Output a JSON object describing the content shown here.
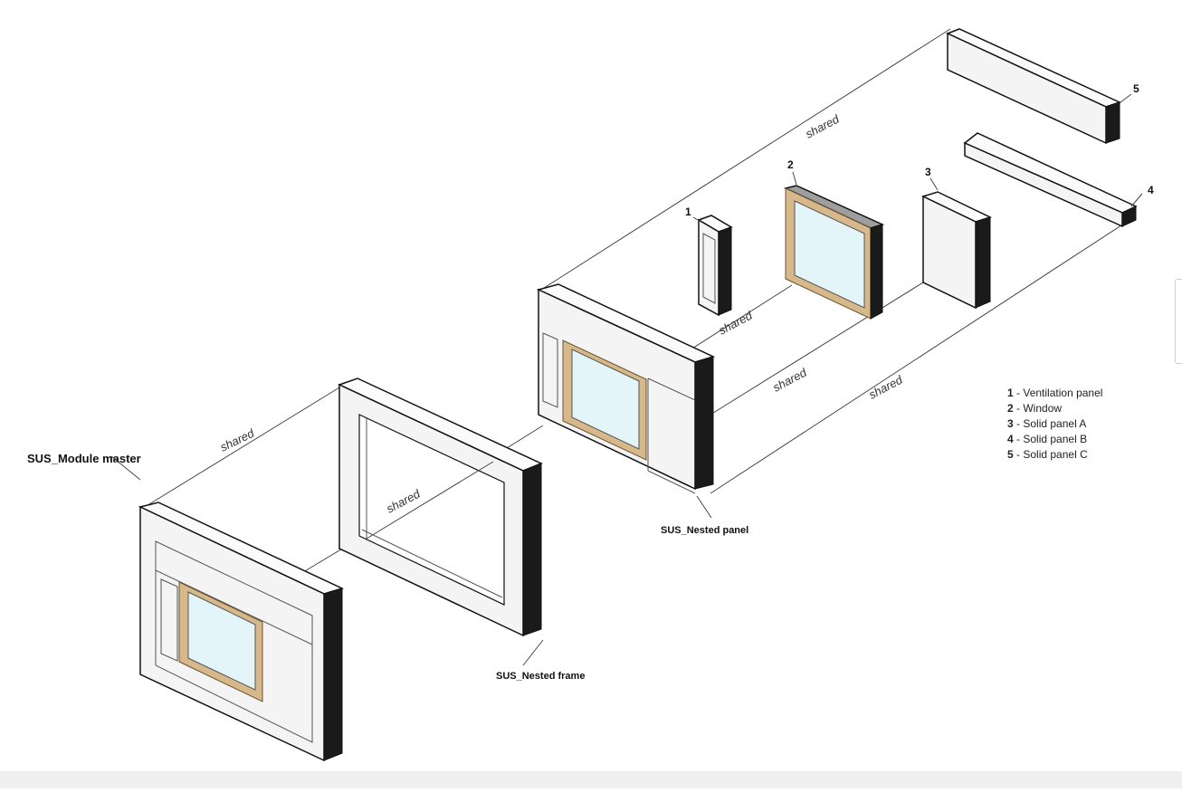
{
  "labels": {
    "module_master": "SUS_Module master",
    "nested_frame": "SUS_Nested frame",
    "nested_panel": "SUS_Nested panel"
  },
  "shared_label": "shared",
  "component_numbers": [
    "1",
    "2",
    "3",
    "4",
    "5"
  ],
  "legend": [
    {
      "num": "1",
      "text": "Ventilation panel"
    },
    {
      "num": "2",
      "text": "Window"
    },
    {
      "num": "3",
      "text": "Solid panel A"
    },
    {
      "num": "4",
      "text": "Solid panel B"
    },
    {
      "num": "5",
      "text": "Solid panel C"
    }
  ],
  "colors": {
    "glass": "#e3f5f8",
    "wood": "#d6b88a",
    "panel": "#f4f4f4"
  }
}
